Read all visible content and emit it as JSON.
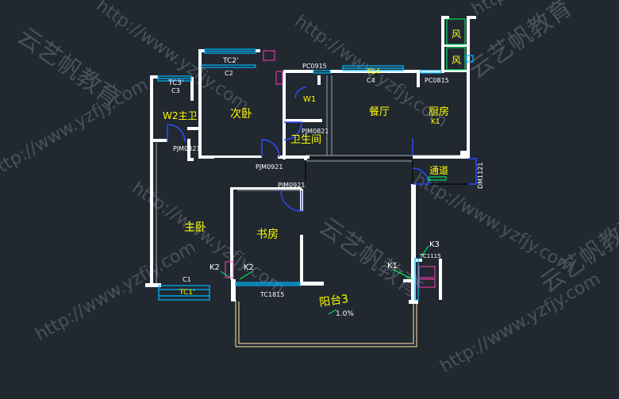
{
  "colors": {
    "background": "#212830",
    "wall": "#ffffff",
    "room_label": "#ffff00",
    "tag_label": "#ffffff",
    "window": "#00b7ff",
    "door": "#2b4bff",
    "hatch": "#ff3cb4",
    "green": "#00ff66",
    "balcony": "#b9a981",
    "watermark": "#7a8590"
  },
  "watermarks": {
    "url": "http://www.yzfjy.com",
    "brand": "云艺帆教育"
  },
  "rooms": {
    "master_bath": "W2主卫",
    "second_bedroom": "次卧",
    "wc_label": "W1",
    "bathroom": "卫生间",
    "dining": "餐厅",
    "kitchen": "厨房",
    "kitchen_sub": "K1",
    "wind_1": "风",
    "wind_2": "风",
    "passage": "通道",
    "master_bedroom": "主卧",
    "study": "书房",
    "balcony": "阳台3"
  },
  "tags": {
    "tc2": "TC2'",
    "c2": "C2",
    "tc3": "TC3'",
    "c3": "C3",
    "pc0915": "PC0915",
    "tc4": "TC4",
    "c4": "C4",
    "pc0815": "PC0815",
    "pjm0821_a": "PJM0821",
    "pjm0821_b": "PJM0821",
    "pjm0921_a": "PJM0921",
    "pjm0921_b": "PJM0921",
    "dm1121": "DM1121",
    "k3": "K3",
    "tc1115": "TC1115",
    "k1": "K1",
    "k2_a": "K2",
    "k2_b": "K2",
    "c1": "C1",
    "tc1": "TC1'",
    "tc1815": "TC1815",
    "slope": "1.0%"
  }
}
